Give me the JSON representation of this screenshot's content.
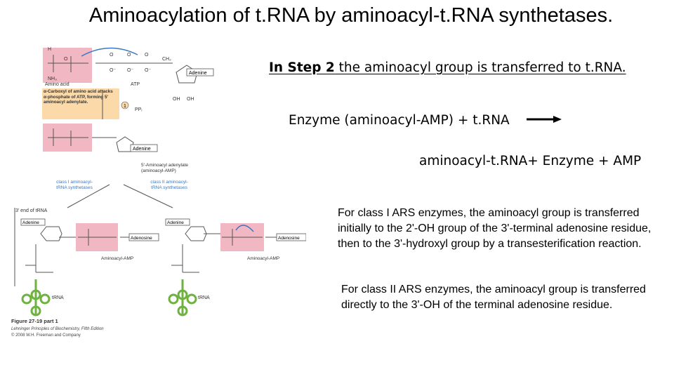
{
  "title": "Aminoacylation of t.RNA by aminoacyl-t.RNA synthetases.",
  "step": {
    "bold": "In Step 2",
    "rest": " the aminoacyl group is transferred to t.RNA."
  },
  "equation": {
    "reactants": "Enzyme (aminoacyl-AMP) + t.RNA",
    "products": "aminoacyl-t.RNA+  Enzyme + AMP"
  },
  "class_one_text": "For class I ARS enzymes, the aminoacyl group is transferred initially to the 2'-OH group of the 3'-terminal adenosine residue, then to the 3'-hydroxyl group by a transesterification reaction.",
  "class_two_text": "For class II  ARS enzymes, the aminoacyl group is transferred directly to the 3'-OH of the terminal adenosine residue.",
  "figure": {
    "amino_acid": "Amino acid",
    "atp": "ATP",
    "adenine": "Adenine",
    "step_note": "α-Carboxyl of amino acid attacks α-phosphate of ATP, forming 5' aminoacyl adenylate.",
    "step_number": "1",
    "ppi": "PPᵢ",
    "intermediate": "5'-Aminoacyl adenylate (aminoacyl-AMP)",
    "class_one_label": "class I aminoacyl-tRNA synthetases",
    "class_two_label": "class II aminoacyl-tRNA synthetases",
    "end_of_trna": "3' end of tRNA",
    "adenosine": "Adenosine",
    "aminoacyl_amp": "Aminoacyl-AMP",
    "trna": "tRNA",
    "caption_title": "Figure 27-19 part 1",
    "caption_book": "Lehninger Principles of Biochemistry, Fifth Edition",
    "caption_copyright": "© 2008 W.H. Freeman and Company"
  },
  "colors": {
    "highlight_pink": "#f1b8c4",
    "note_box": "#fbd9a8",
    "trna_green": "#6fb23f",
    "arrow_blue": "#3b78c3"
  }
}
